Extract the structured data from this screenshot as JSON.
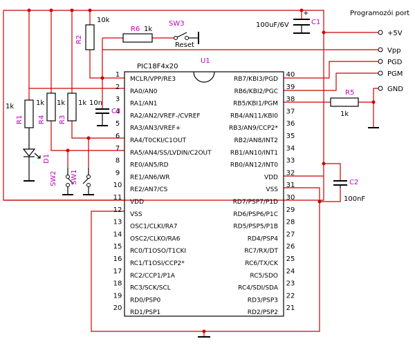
{
  "port": {
    "title": "Programozói port",
    "signals": [
      "+5V",
      "Vpp",
      "PGD",
      "PGM",
      "GND"
    ]
  },
  "chip": {
    "part": "PIC18F4x20",
    "ref": "U1",
    "left_pins": [
      {
        "num": "1",
        "name": "MCLR/VPP/RE3"
      },
      {
        "num": "2",
        "name": "RA0/AN0"
      },
      {
        "num": "3",
        "name": "RA1/AN1"
      },
      {
        "num": "4",
        "name": "RA2/AN2/VREF-/CVREF"
      },
      {
        "num": "5",
        "name": "RA3/AN3/VREF+"
      },
      {
        "num": "6",
        "name": "RA4/T0CKI/C1OUT"
      },
      {
        "num": "7",
        "name": "RA5/AN4/SS/LVDIN/C2OUT"
      },
      {
        "num": "8",
        "name": "RE0/AN5/RD"
      },
      {
        "num": "9",
        "name": "RE1/AN6/WR"
      },
      {
        "num": "10",
        "name": "RE2/AN7/CS"
      },
      {
        "num": "11",
        "name": "VDD"
      },
      {
        "num": "12",
        "name": "VSS"
      },
      {
        "num": "13",
        "name": "OSC1/CLKI/RA7"
      },
      {
        "num": "14",
        "name": "OSC2/CLKO/RA6"
      },
      {
        "num": "15",
        "name": "RC0/T1OSO/T1CKI"
      },
      {
        "num": "16",
        "name": "RC1/T1OSI/CCP2*"
      },
      {
        "num": "17",
        "name": "RC2/CCP1/P1A"
      },
      {
        "num": "18",
        "name": "RC3/SCK/SCL"
      },
      {
        "num": "19",
        "name": "RD0/PSP0"
      },
      {
        "num": "20",
        "name": "RD1/PSP1"
      }
    ],
    "right_pins": [
      {
        "num": "40",
        "name": "RB7/KBI3/PGD"
      },
      {
        "num": "39",
        "name": "RB6/KBI2/PGC"
      },
      {
        "num": "38",
        "name": "RB5/KBI1/PGM"
      },
      {
        "num": "37",
        "name": "RB4/AN11/KBI0"
      },
      {
        "num": "36",
        "name": "RB3/AN9/CCP2*"
      },
      {
        "num": "35",
        "name": "RB2/AN8/INT2"
      },
      {
        "num": "34",
        "name": "RB1/AN10/INT1"
      },
      {
        "num": "33",
        "name": "RB0/AN12/INT0"
      },
      {
        "num": "32",
        "name": "VDD"
      },
      {
        "num": "31",
        "name": "VSS"
      },
      {
        "num": "30",
        "name": "RD7/PSP7/P1D"
      },
      {
        "num": "29",
        "name": "RD6/PSP6/P1C"
      },
      {
        "num": "28",
        "name": "RD5/PSP5/P1B"
      },
      {
        "num": "27",
        "name": "RD4/PSP4"
      },
      {
        "num": "26",
        "name": "RC7/RX/DT"
      },
      {
        "num": "25",
        "name": "RC6/TX/CK"
      },
      {
        "num": "24",
        "name": "RC5/SDO"
      },
      {
        "num": "23",
        "name": "RC4/SDI/SDA"
      },
      {
        "num": "22",
        "name": "RD3/PSP3"
      },
      {
        "num": "21",
        "name": "RD2/PSP2"
      }
    ]
  },
  "components": {
    "r1": {
      "ref": "R1",
      "value": "1k"
    },
    "r2": {
      "ref": "R2",
      "value": "10k"
    },
    "r3": {
      "ref": "R3",
      "value": "1k"
    },
    "r4": {
      "ref": "R4",
      "value": "1k"
    },
    "r5": {
      "ref": "R5",
      "value": "1k"
    },
    "r6": {
      "ref": "R6",
      "value": "1k"
    },
    "c1": {
      "ref": "C1",
      "value": "100uF/6V",
      "polarity": "+"
    },
    "c2": {
      "ref": "C2",
      "value": "100nF"
    },
    "c3": {
      "ref": "C3",
      "value": "10n"
    },
    "d1": {
      "ref": "D1"
    },
    "sw1": {
      "ref": "SW1"
    },
    "sw2": {
      "ref": "SW2"
    },
    "sw3": {
      "ref": "SW3",
      "label": "Reset"
    }
  },
  "colors": {
    "wire": "#cc0000",
    "refdes": "#c000c0",
    "symbol": "#000000"
  }
}
